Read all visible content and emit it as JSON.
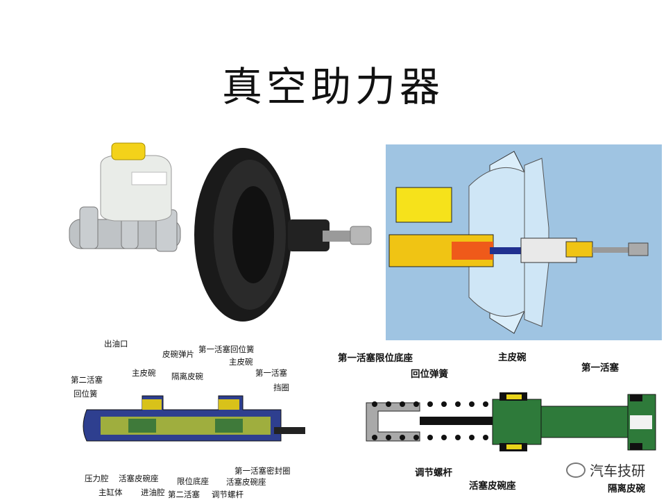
{
  "title": "真空助力器",
  "diagram_left_labels": {
    "outlet": "出油口",
    "cup_spring": "皮碗弹片",
    "first_piston_return_spring": "第一活塞回位簧",
    "second_piston_return_spring_l1": "第二活塞",
    "second_piston_return_spring_l2": "回位簧",
    "main_cup_a": "主皮碗",
    "isolation_cup": "隔离皮碗",
    "main_cup_b": "主皮碗",
    "first_piston": "第一活塞",
    "retaining_ring": "挡圈",
    "pressure_chamber": "压力腔",
    "master_cylinder": "主缸体",
    "piston_cup_seat": "活塞皮碗座",
    "inlet_chamber": "进油腔",
    "limit_seat": "限位底座",
    "second_piston": "第二活塞",
    "first_piston_seal_ring": "第一活塞密封圈",
    "piston_cup_seat_b": "活塞皮碗座",
    "adjusting_screw": "调节螺杆"
  },
  "diagram_right_labels": {
    "limit_base": "第一活塞限位底座",
    "main_cup": "主皮碗",
    "first_piston": "第一活塞",
    "return_spring": "回位弹簧",
    "adjusting_rod": "调节螺杆",
    "piston_cup_seat": "活塞皮碗座",
    "isolation_cup": "隔离皮碗"
  },
  "watermark": "汽车技研"
}
